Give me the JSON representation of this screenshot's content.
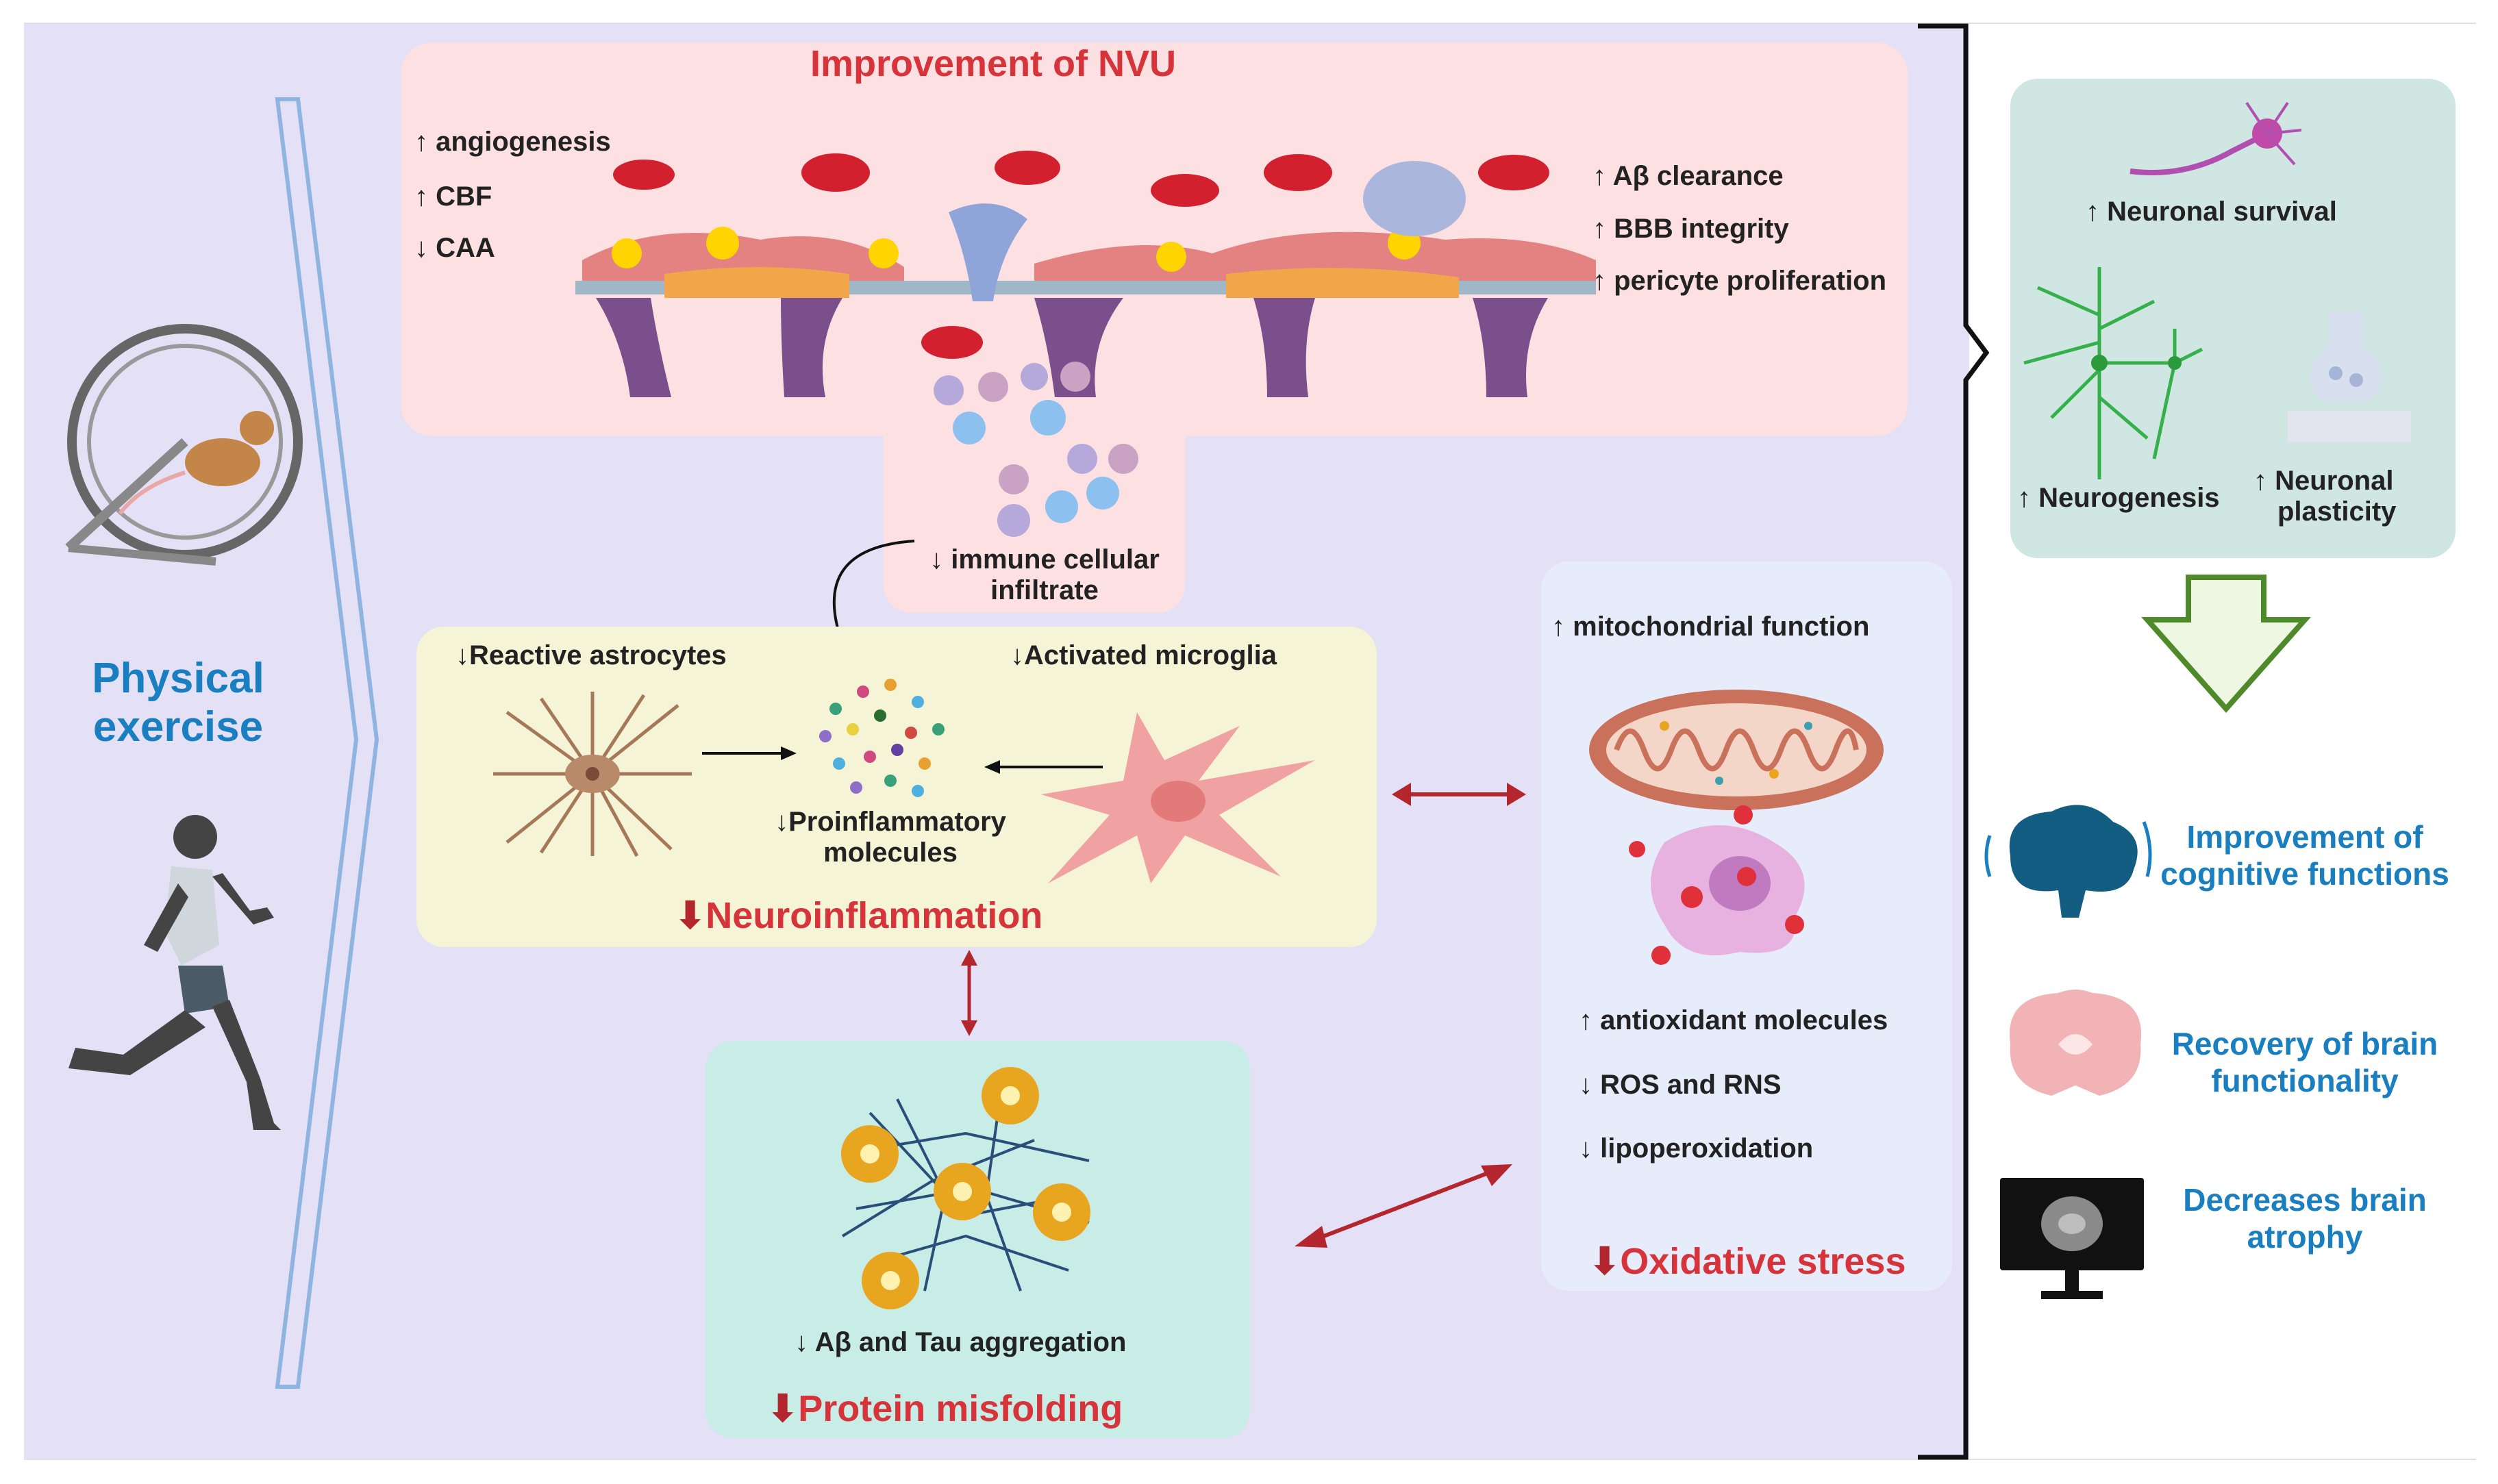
{
  "left": {
    "title_line1": "Physical",
    "title_line2": "exercise"
  },
  "nvu": {
    "title": "Improvement of NVU",
    "left_items": [
      "angiogenesis",
      "CBF",
      "CAA"
    ],
    "right_items": [
      "Aβ clearance",
      "BBB integrity",
      "pericyte proliferation"
    ],
    "infiltrate_line1": "immune cellular",
    "infiltrate_line2": "infiltrate"
  },
  "neuroinflammation": {
    "title": "Neuroinflammation",
    "astrocytes": "Reactive astrocytes",
    "microglia": "Activated microglia",
    "molecules_line1": "Proinflammatory",
    "molecules_line2": "molecules"
  },
  "protein": {
    "title": "Protein misfolding",
    "label": "Aβ and Tau aggregation"
  },
  "oxidative": {
    "title": "Oxidative stress",
    "mito": "mitochondrial function",
    "items": [
      "antioxidant molecules",
      "ROS and RNS",
      "lipoperoxidation"
    ]
  },
  "outcomes_box": {
    "survival": "Neuronal survival",
    "neurogenesis": "Neurogenesis",
    "plasticity_line1": "Neuronal",
    "plasticity_line2": "plasticity"
  },
  "results": [
    {
      "line1": "Improvement of",
      "line2": "cognitive functions"
    },
    {
      "line1": "Recovery of brain",
      "line2": "functionality"
    },
    {
      "line1": "Decreases brain",
      "line2": "atrophy"
    }
  ],
  "colors": {
    "red": "#d7333b",
    "blue": "#1a7fc0",
    "dark_red_arrow": "#b3262e"
  }
}
